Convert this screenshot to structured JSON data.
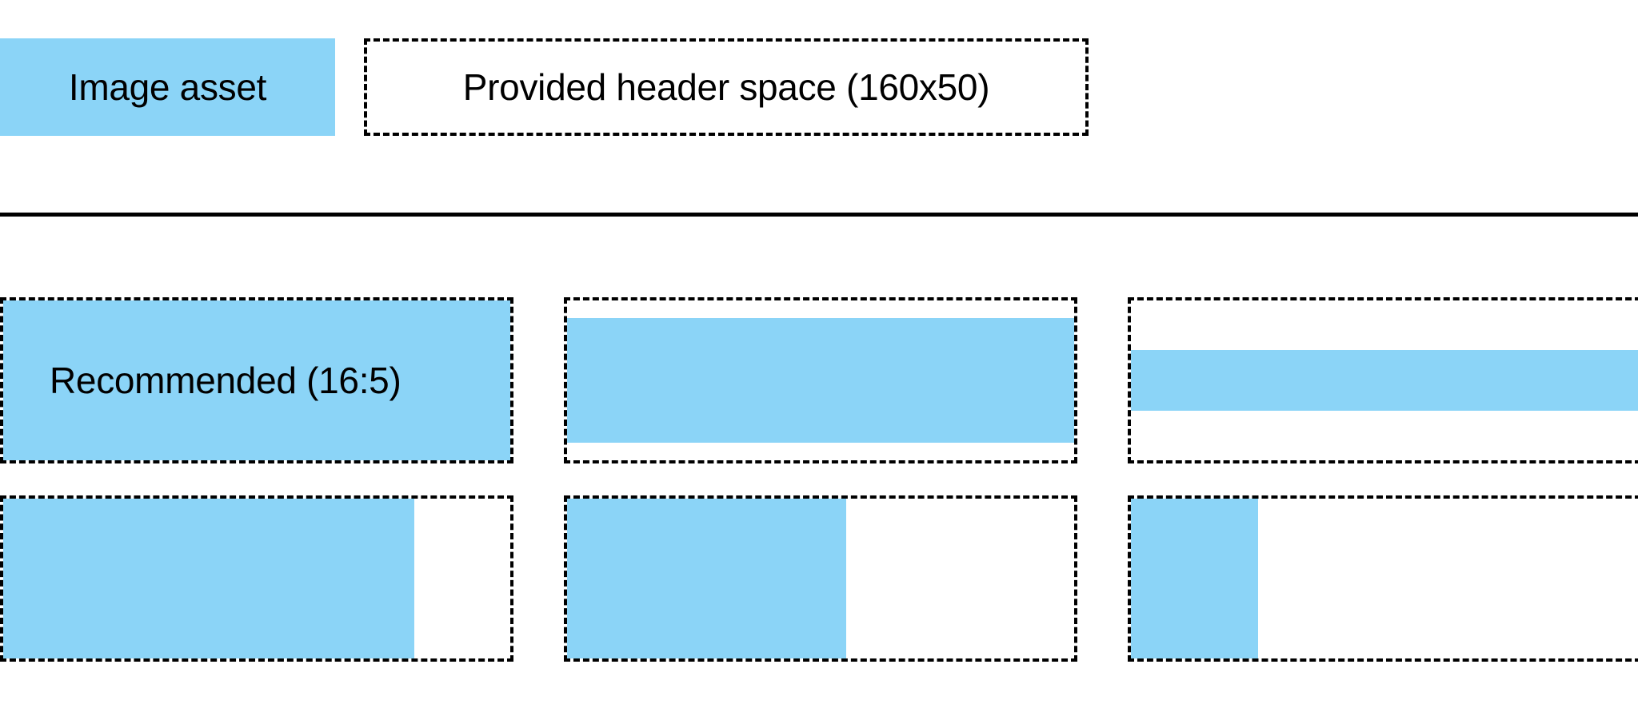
{
  "colors": {
    "accent": "#8BD4F7",
    "outline": "#000000",
    "background": "#ffffff",
    "text": "#000000"
  },
  "header": {
    "asset_swatch_label": "Image asset",
    "provided_space_label": "Provided header space (160x50)"
  },
  "grid": {
    "rows": [
      {
        "cells": [
          {
            "label": "Recommended (16:5)",
            "fill": {
              "left_pct": 0,
              "top_pct": 0,
              "width_pct": 100,
              "height_pct": 100
            }
          },
          {
            "label": "",
            "fill": {
              "left_pct": 0,
              "top_pct": 11,
              "width_pct": 100,
              "height_pct": 78
            }
          },
          {
            "label": "",
            "fill": {
              "left_pct": 0,
              "top_pct": 31,
              "width_pct": 100,
              "height_pct": 38
            }
          }
        ]
      },
      {
        "cells": [
          {
            "label": "",
            "fill": {
              "left_pct": 0,
              "top_pct": 0,
              "width_pct": 81,
              "height_pct": 100
            }
          },
          {
            "label": "",
            "fill": {
              "left_pct": 0,
              "top_pct": 0,
              "width_pct": 55,
              "height_pct": 100
            }
          },
          {
            "label": "",
            "fill": {
              "left_pct": 0,
              "top_pct": 0,
              "width_pct": 25,
              "height_pct": 100
            }
          }
        ]
      }
    ]
  }
}
